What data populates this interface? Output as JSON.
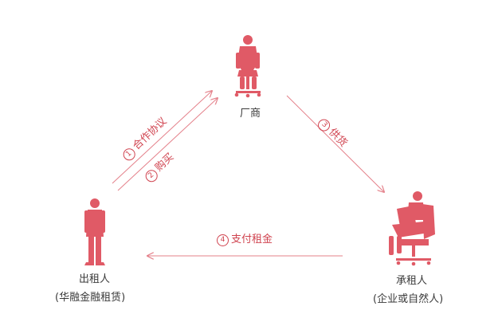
{
  "colors": {
    "accent": "#e05a66",
    "line": "#e4808a",
    "text": "#3a3a3a",
    "label": "#d0434f"
  },
  "nodes": {
    "manufacturer": {
      "name": "厂商",
      "icon": "seated-person-icon"
    },
    "lessor": {
      "name": "出租人",
      "sub": "(华融金融租赁)",
      "icon": "standing-person-icon"
    },
    "lessee": {
      "name": "承租人",
      "sub": "(企业或自然人)",
      "icon": "reading-person-icon"
    }
  },
  "edges": [
    {
      "num": "1",
      "text": "合作协议"
    },
    {
      "num": "2",
      "text": "购买"
    },
    {
      "num": "3",
      "text": "供货"
    },
    {
      "num": "4",
      "text": "支付租金"
    }
  ]
}
